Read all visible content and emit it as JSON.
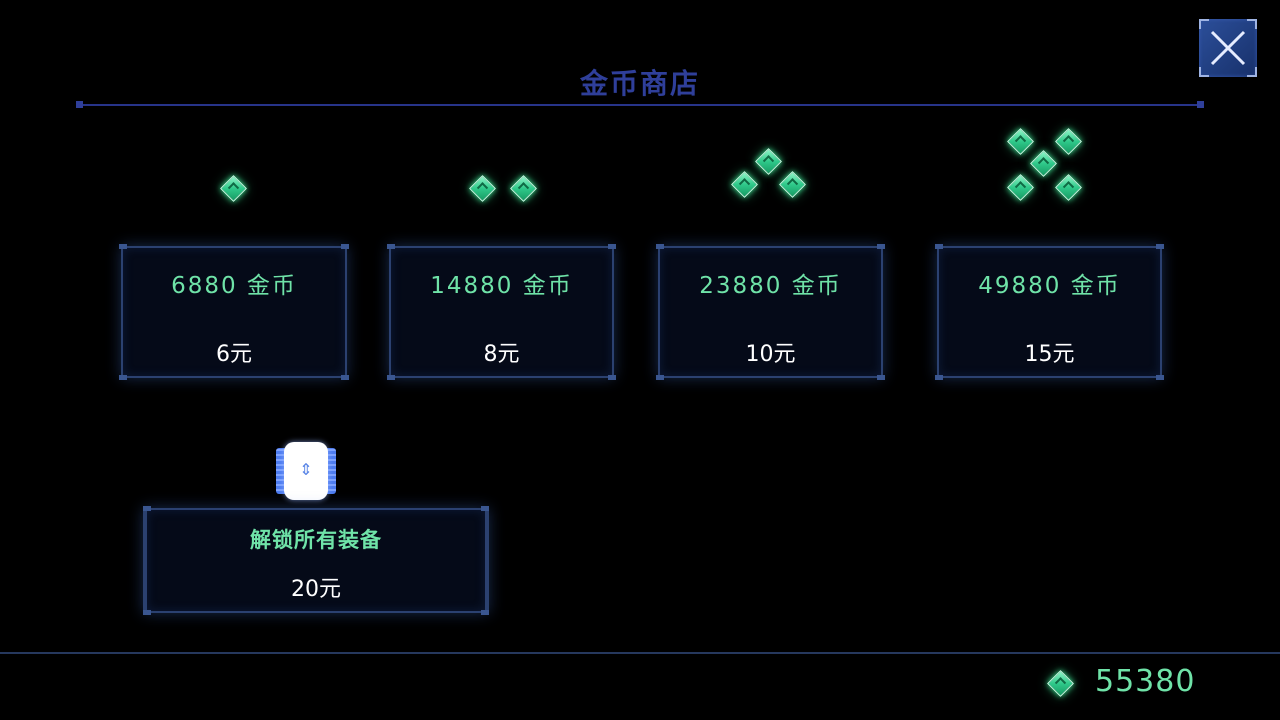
{
  "title": "金币商店",
  "balance": "55380",
  "shop_items": [
    {
      "amount": "6880 金币",
      "price": "6元",
      "gems": 1
    },
    {
      "amount": "14880 金币",
      "price": "8元",
      "gems": 2
    },
    {
      "amount": "23880 金币",
      "price": "10元",
      "gems": 3
    },
    {
      "amount": "49880 金币",
      "price": "15元",
      "gems": 5
    }
  ],
  "unlock_item": {
    "label": "解锁所有装备",
    "price": "20元",
    "icon": "equipment-chip-icon"
  },
  "icons": {
    "close": "close-icon",
    "gem": "gem-icon",
    "currency": "gem-icon"
  },
  "colors": {
    "accent_green": "#6fe3a8",
    "title_blue": "#2f3f9a",
    "card_border": "#2b4170"
  }
}
